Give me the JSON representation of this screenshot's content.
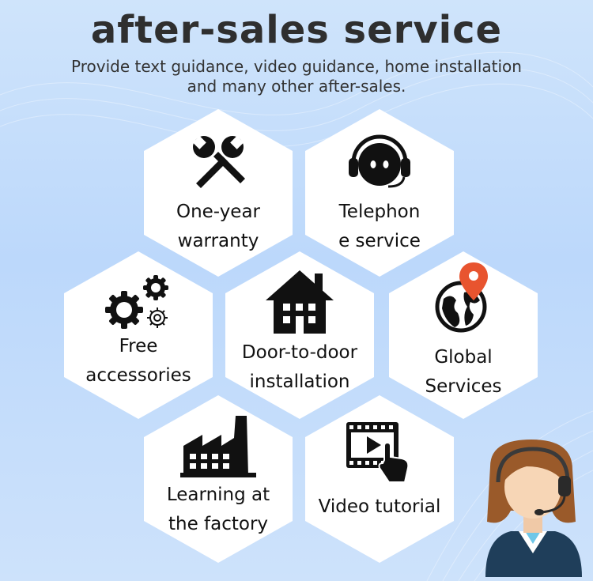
{
  "header": {
    "title": "after-sales service",
    "subtitle": "Provide text guidance, video guidance, home installation and many other after-sales."
  },
  "services": [
    {
      "label": "One-year\nwarranty",
      "icon": "wrench-icon"
    },
    {
      "label": "Telephon\ne service",
      "icon": "headset-icon"
    },
    {
      "label": "Free\naccessories",
      "icon": "gears-icon"
    },
    {
      "label": "Door-to-door\ninstallation",
      "icon": "house-icon"
    },
    {
      "label": "Global\nServices",
      "icon": "globe-pin-icon"
    },
    {
      "label": "Learning at\nthe factory",
      "icon": "factory-icon"
    },
    {
      "label": "Video tutorial",
      "icon": "video-play-icon"
    }
  ],
  "colors": {
    "accent_pin": "#e8542f",
    "text": "#111111",
    "title": "#2f2f2f"
  }
}
